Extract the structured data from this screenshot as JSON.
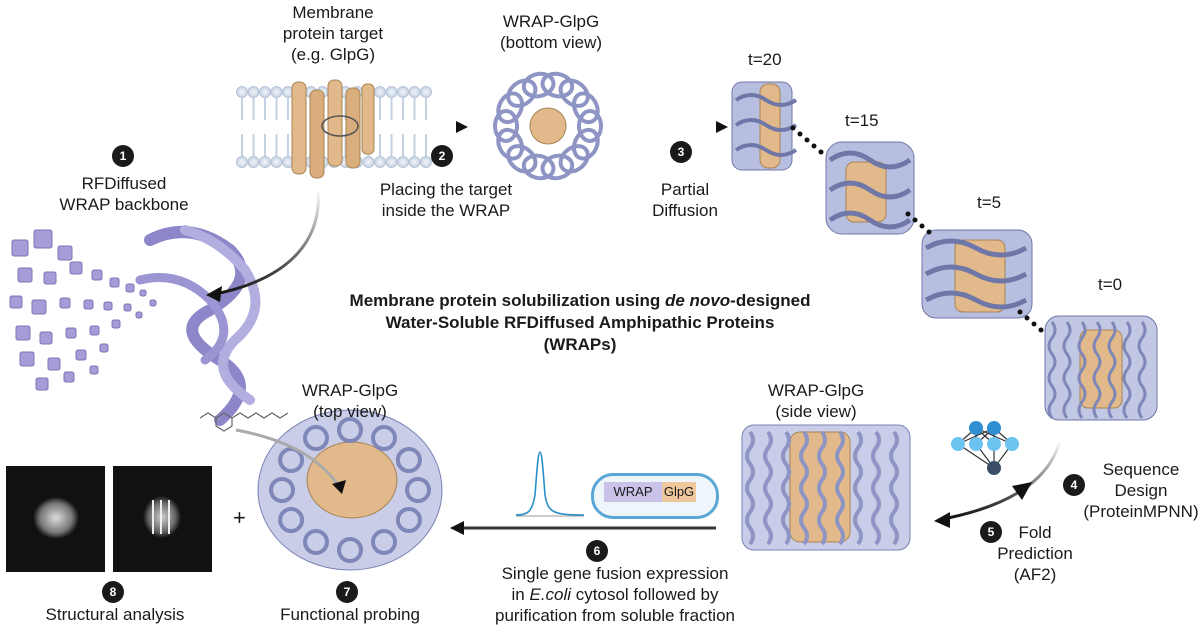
{
  "title": {
    "line1_prefix": "Membrane protein solubilization using ",
    "line1_italic": "de novo",
    "line1_suffix": "-designed",
    "line2": "Water-Soluble RFDiffused Amphipathic Proteins",
    "line3": "(WRAPs)"
  },
  "labels": {
    "membrane_target": [
      "Membrane",
      "protein target",
      "(e.g. GlpG)"
    ],
    "wrap_bottom": [
      "WRAP-GlpG",
      "(bottom view)"
    ],
    "wrap_top": [
      "WRAP-GlpG",
      "(top view)"
    ],
    "wrap_side": [
      "WRAP-GlpG",
      "(side view)"
    ],
    "t20": "t=20",
    "t15": "t=15",
    "t5": "t=5",
    "t0": "t=0"
  },
  "steps": [
    {
      "num": "1",
      "text": [
        "RFDiffused",
        "WRAP backbone"
      ]
    },
    {
      "num": "2",
      "text": [
        "Placing the target",
        "inside the WRAP"
      ]
    },
    {
      "num": "3",
      "text": [
        "Partial",
        "Diffusion"
      ]
    },
    {
      "num": "4",
      "text": [
        "Sequence",
        "Design",
        "(ProteinMPNN)"
      ]
    },
    {
      "num": "5",
      "text": [
        "Fold",
        "Prediction",
        "(AF2)"
      ]
    },
    {
      "num": "6",
      "text_line1": "Single gene fusion expression",
      "text_line2_pre": "in ",
      "text_line2_italic": "E.coli",
      "text_line2_post": " cytosol followed by",
      "text_line3": "purification from soluble fraction"
    },
    {
      "num": "7",
      "text": [
        "Functional probing"
      ]
    },
    {
      "num": "8",
      "text": [
        "Structural analysis"
      ]
    }
  ],
  "plasmid": {
    "wrap": "WRAP",
    "glpg": "GlpG"
  },
  "plus": "+",
  "colors": {
    "wrap": "#a9afd6",
    "glpg": "#e2b98a",
    "cube": "#a79bd8",
    "plasmid": "#5aa6d6",
    "peak": "#2a8fc9"
  }
}
